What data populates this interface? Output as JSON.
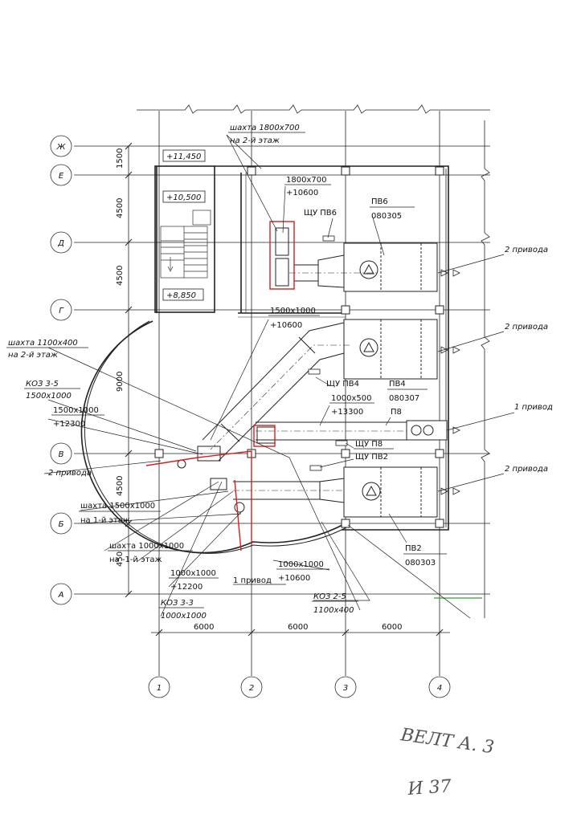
{
  "axes": {
    "rows": [
      {
        "id": "row-zh",
        "label": "Ж"
      },
      {
        "id": "row-e",
        "label": "Е"
      },
      {
        "id": "row-d",
        "label": "Д"
      },
      {
        "id": "row-g",
        "label": "Г"
      },
      {
        "id": "row-v",
        "label": "В"
      },
      {
        "id": "row-b",
        "label": "Б"
      },
      {
        "id": "row-a",
        "label": "А"
      }
    ],
    "columns": [
      {
        "id": "col-1",
        "label": "1"
      },
      {
        "id": "col-2",
        "label": "2"
      },
      {
        "id": "col-3",
        "label": "3"
      },
      {
        "id": "col-4",
        "label": "4"
      }
    ]
  },
  "dimensions": {
    "vertical": [
      "1500",
      "4500",
      "4500",
      "9000",
      "4500",
      "450"
    ],
    "horizontal": [
      "6000",
      "6000",
      "6000"
    ]
  },
  "levels": [
    "+11,450",
    "+10,500",
    "+8,850"
  ],
  "units": [
    {
      "name": "ПВ6",
      "code": "080305"
    },
    {
      "name": "ПВ4",
      "code": "080307"
    },
    {
      "name": "П8",
      "code": ""
    },
    {
      "name": "ПВ2",
      "code": "080303"
    }
  ],
  "labels": {
    "shaft_top_1": "шахта 1800x700",
    "shaft_top_2": "на 2-й этаж",
    "duct_1800_1": "1800x700",
    "duct_1800_2": "+10600",
    "shu_pv6": "ЩУ ПВ6",
    "drive_2a": "2 привода",
    "drive_2b": "2 привода",
    "drive_1a": "1 привод",
    "drive_2c": "2 привода",
    "duct_1500_1": "1500x1000",
    "duct_1500_2": "+10600",
    "shaft_1100_1": "шахта 1100x400",
    "shaft_1100_2": "на 2-й этаж",
    "koz35_1": "КОЗ 3-5",
    "koz35_2": "1500x1000",
    "duct_1500b_1": "1500x1000",
    "duct_1500b_2": "+12300",
    "shu_pv4": "ЩУ ПВ4",
    "duct_1000x500_1": "1000x500",
    "duct_1000x500_2": "+13300",
    "shu_p8": "ЩУ П8",
    "shu_pv2": "ЩУ ПВ2",
    "drive_2d": "2 привода",
    "shaft_1500_1": "шахта 1500x1000",
    "shaft_1500_2": "на 1-й этаж",
    "shaft_1000_1": "шахта 1000x1000",
    "shaft_1000_2": "на -1-й этаж",
    "duct_1000_1": "1000x1000",
    "duct_1000_2": "+12200",
    "drive_1b": "1 привод",
    "duct_1000b_1": "1000x1000",
    "duct_1000b_2": "+10600",
    "koz33_1": "КОЗ 3-3",
    "koz33_2": "1000x1000",
    "koz25_1": "КОЗ 2-5",
    "koz25_2": "1100x400"
  },
  "handwritten": {
    "line1": "ВЕЛТ А. 3",
    "line2": "И 37"
  },
  "colors": {
    "ink": "#1a1a1a",
    "red_markup": "#d22020",
    "green_markup": "#3a9a3a"
  }
}
